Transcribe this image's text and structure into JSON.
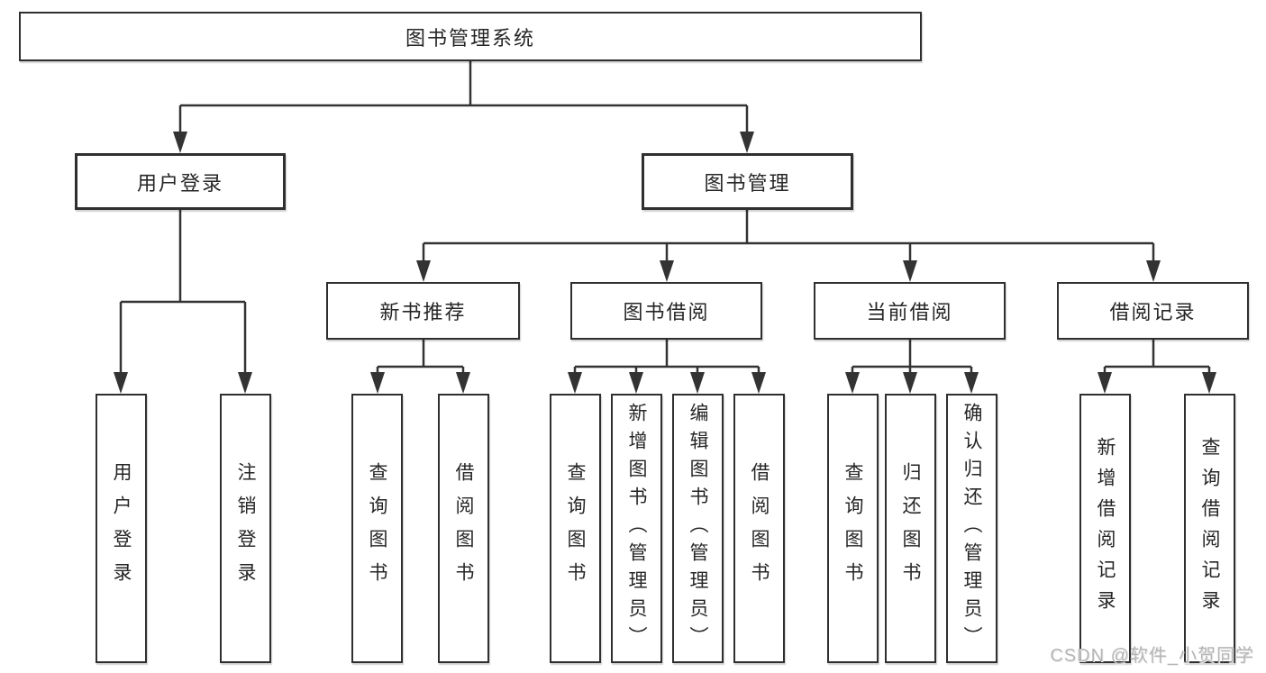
{
  "page": {
    "background": "#ffffff"
  },
  "styles": {
    "line_color": "#333333",
    "box_border_color": "#2f2f2f",
    "box_fill": "#ffffff",
    "text_color": "#262626",
    "watermark_color": "#b5b5b5"
  },
  "tree": {
    "label": "图书管理系统",
    "children": [
      {
        "label": "用户登录",
        "children": [
          {
            "label": "用户登录"
          },
          {
            "label": "注销登录"
          }
        ]
      },
      {
        "label": "图书管理",
        "children": [
          {
            "label": "新书推荐",
            "children": [
              {
                "label": "查询图书"
              },
              {
                "label": "借阅图书"
              }
            ]
          },
          {
            "label": "图书借阅",
            "children": [
              {
                "label": "查询图书"
              },
              {
                "label": "新增图书（管理员）"
              },
              {
                "label": "编辑图书（管理员）"
              },
              {
                "label": "借阅图书"
              }
            ]
          },
          {
            "label": "当前借阅",
            "children": [
              {
                "label": "查询图书"
              },
              {
                "label": "归还图书"
              },
              {
                "label": "确认归还（管理员）"
              }
            ]
          },
          {
            "label": "借阅记录",
            "children": [
              {
                "label": "新增借阅记录"
              },
              {
                "label": "查询借阅记录"
              }
            ]
          }
        ]
      }
    ]
  },
  "watermark": {
    "text": "CSDN @软件_小贺同学"
  }
}
